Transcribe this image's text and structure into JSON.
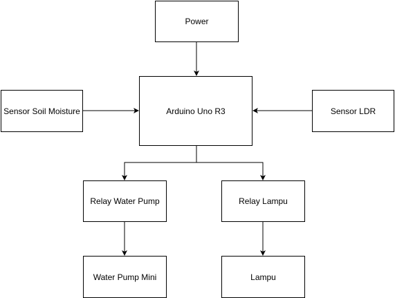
{
  "diagram": {
    "nodes": {
      "power": "Power",
      "arduino": "Arduino Uno R3",
      "sensor_soil": "Sensor Soil Moisture",
      "sensor_ldr": "Sensor LDR",
      "relay_water_pump": "Relay Water Pump",
      "relay_lampu": "Relay Lampu",
      "water_pump_mini": "Water Pump Mini",
      "lampu": "Lampu"
    },
    "edges": [
      {
        "from": "power",
        "to": "arduino"
      },
      {
        "from": "sensor_soil",
        "to": "arduino"
      },
      {
        "from": "sensor_ldr",
        "to": "arduino"
      },
      {
        "from": "arduino",
        "to": "relay_water_pump"
      },
      {
        "from": "arduino",
        "to": "relay_lampu"
      },
      {
        "from": "relay_water_pump",
        "to": "water_pump_mini"
      },
      {
        "from": "relay_lampu",
        "to": "lampu"
      }
    ],
    "line_color": "#000000",
    "box_border_color": "#000000",
    "background_color": "#ffffff"
  }
}
